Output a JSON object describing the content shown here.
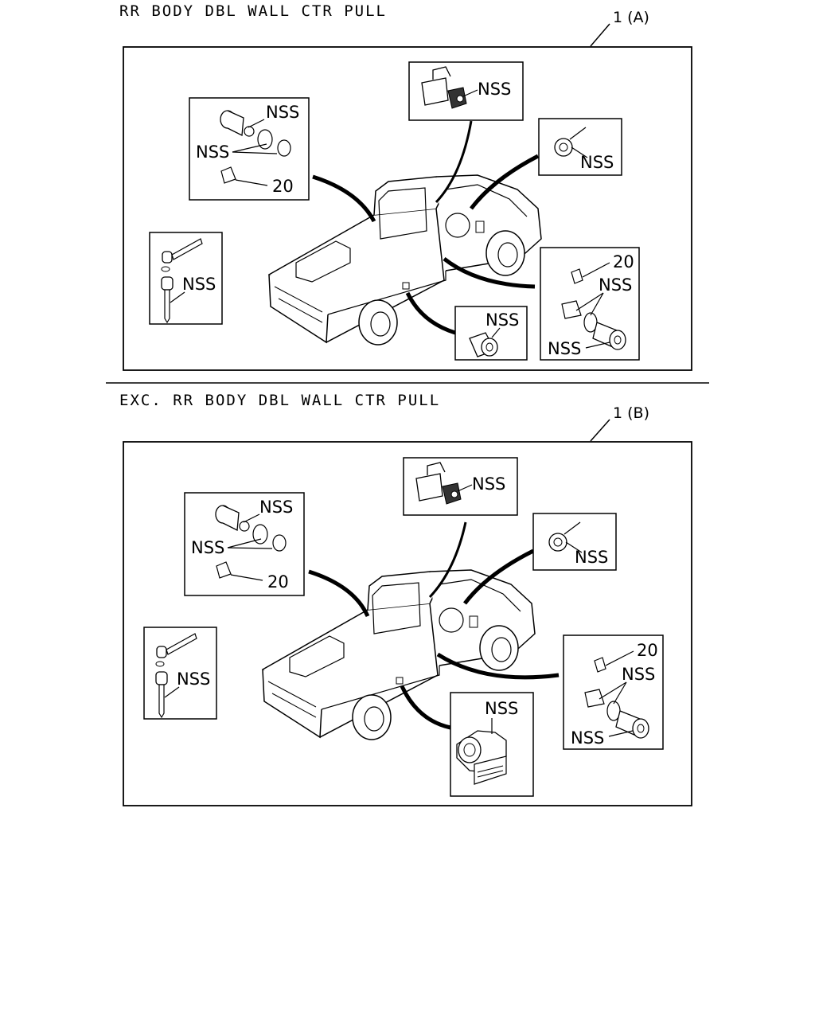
{
  "sections": [
    {
      "title": "RR BODY DBL WALL CTR PULL",
      "callout": "1 (A)",
      "labels": {
        "lock_set_top": "NSS",
        "lock_set_mid": "NSS",
        "lock_set_screw": "20",
        "handle": "NSS",
        "fuel_lid_lock": "NSS",
        "keys": "NSS",
        "side_lock": "NSS",
        "door_lock_screw": "20",
        "door_lock_mid": "NSS",
        "door_lock_bottom": "NSS"
      }
    },
    {
      "title": "EXC. RR BODY DBL WALL CTR PULL",
      "callout": "1 (B)",
      "labels": {
        "lock_set_top": "NSS",
        "lock_set_mid": "NSS",
        "lock_set_screw": "20",
        "handle": "NSS",
        "fuel_lid_lock": "NSS",
        "keys": "NSS",
        "side_lock": "NSS",
        "door_lock_screw": "20",
        "door_lock_mid": "NSS",
        "door_lock_bottom": "NSS"
      }
    }
  ]
}
